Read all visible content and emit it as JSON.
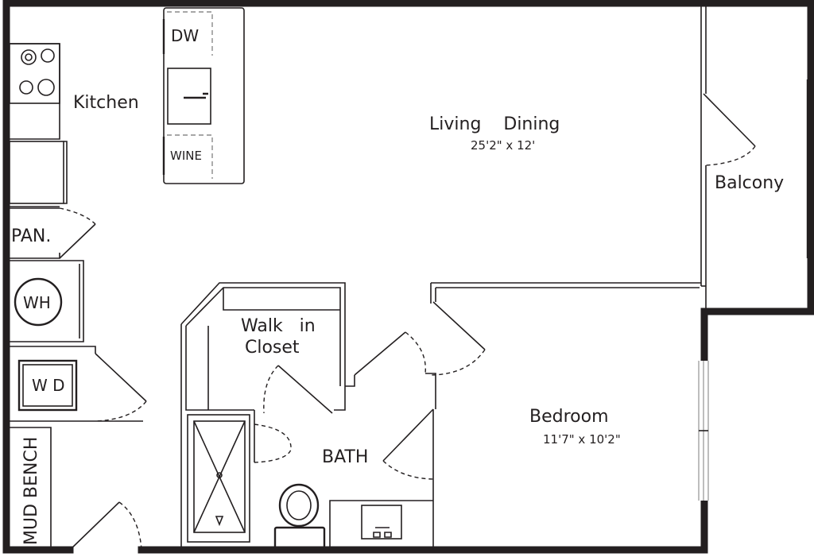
{
  "rooms": {
    "kitchen": "Kitchen",
    "living": "Living    Dining",
    "living_dim": "25'2\" x 12'",
    "balcony": "Balcony",
    "bedroom": "Bedroom",
    "bedroom_dim": "11'7\" x 10'2\"",
    "closet_line1": "Walk   in",
    "closet_line2": "Closet",
    "bath": "BATH",
    "pantry": "PAN.",
    "mud_bench": "MUD BENCH"
  },
  "fixtures": {
    "dishwasher": "DW",
    "wine": "WINE",
    "water_heater": "WH",
    "washer_dryer": "W D"
  },
  "colors": {
    "wall": "#231f20",
    "background": "#ffffff"
  }
}
